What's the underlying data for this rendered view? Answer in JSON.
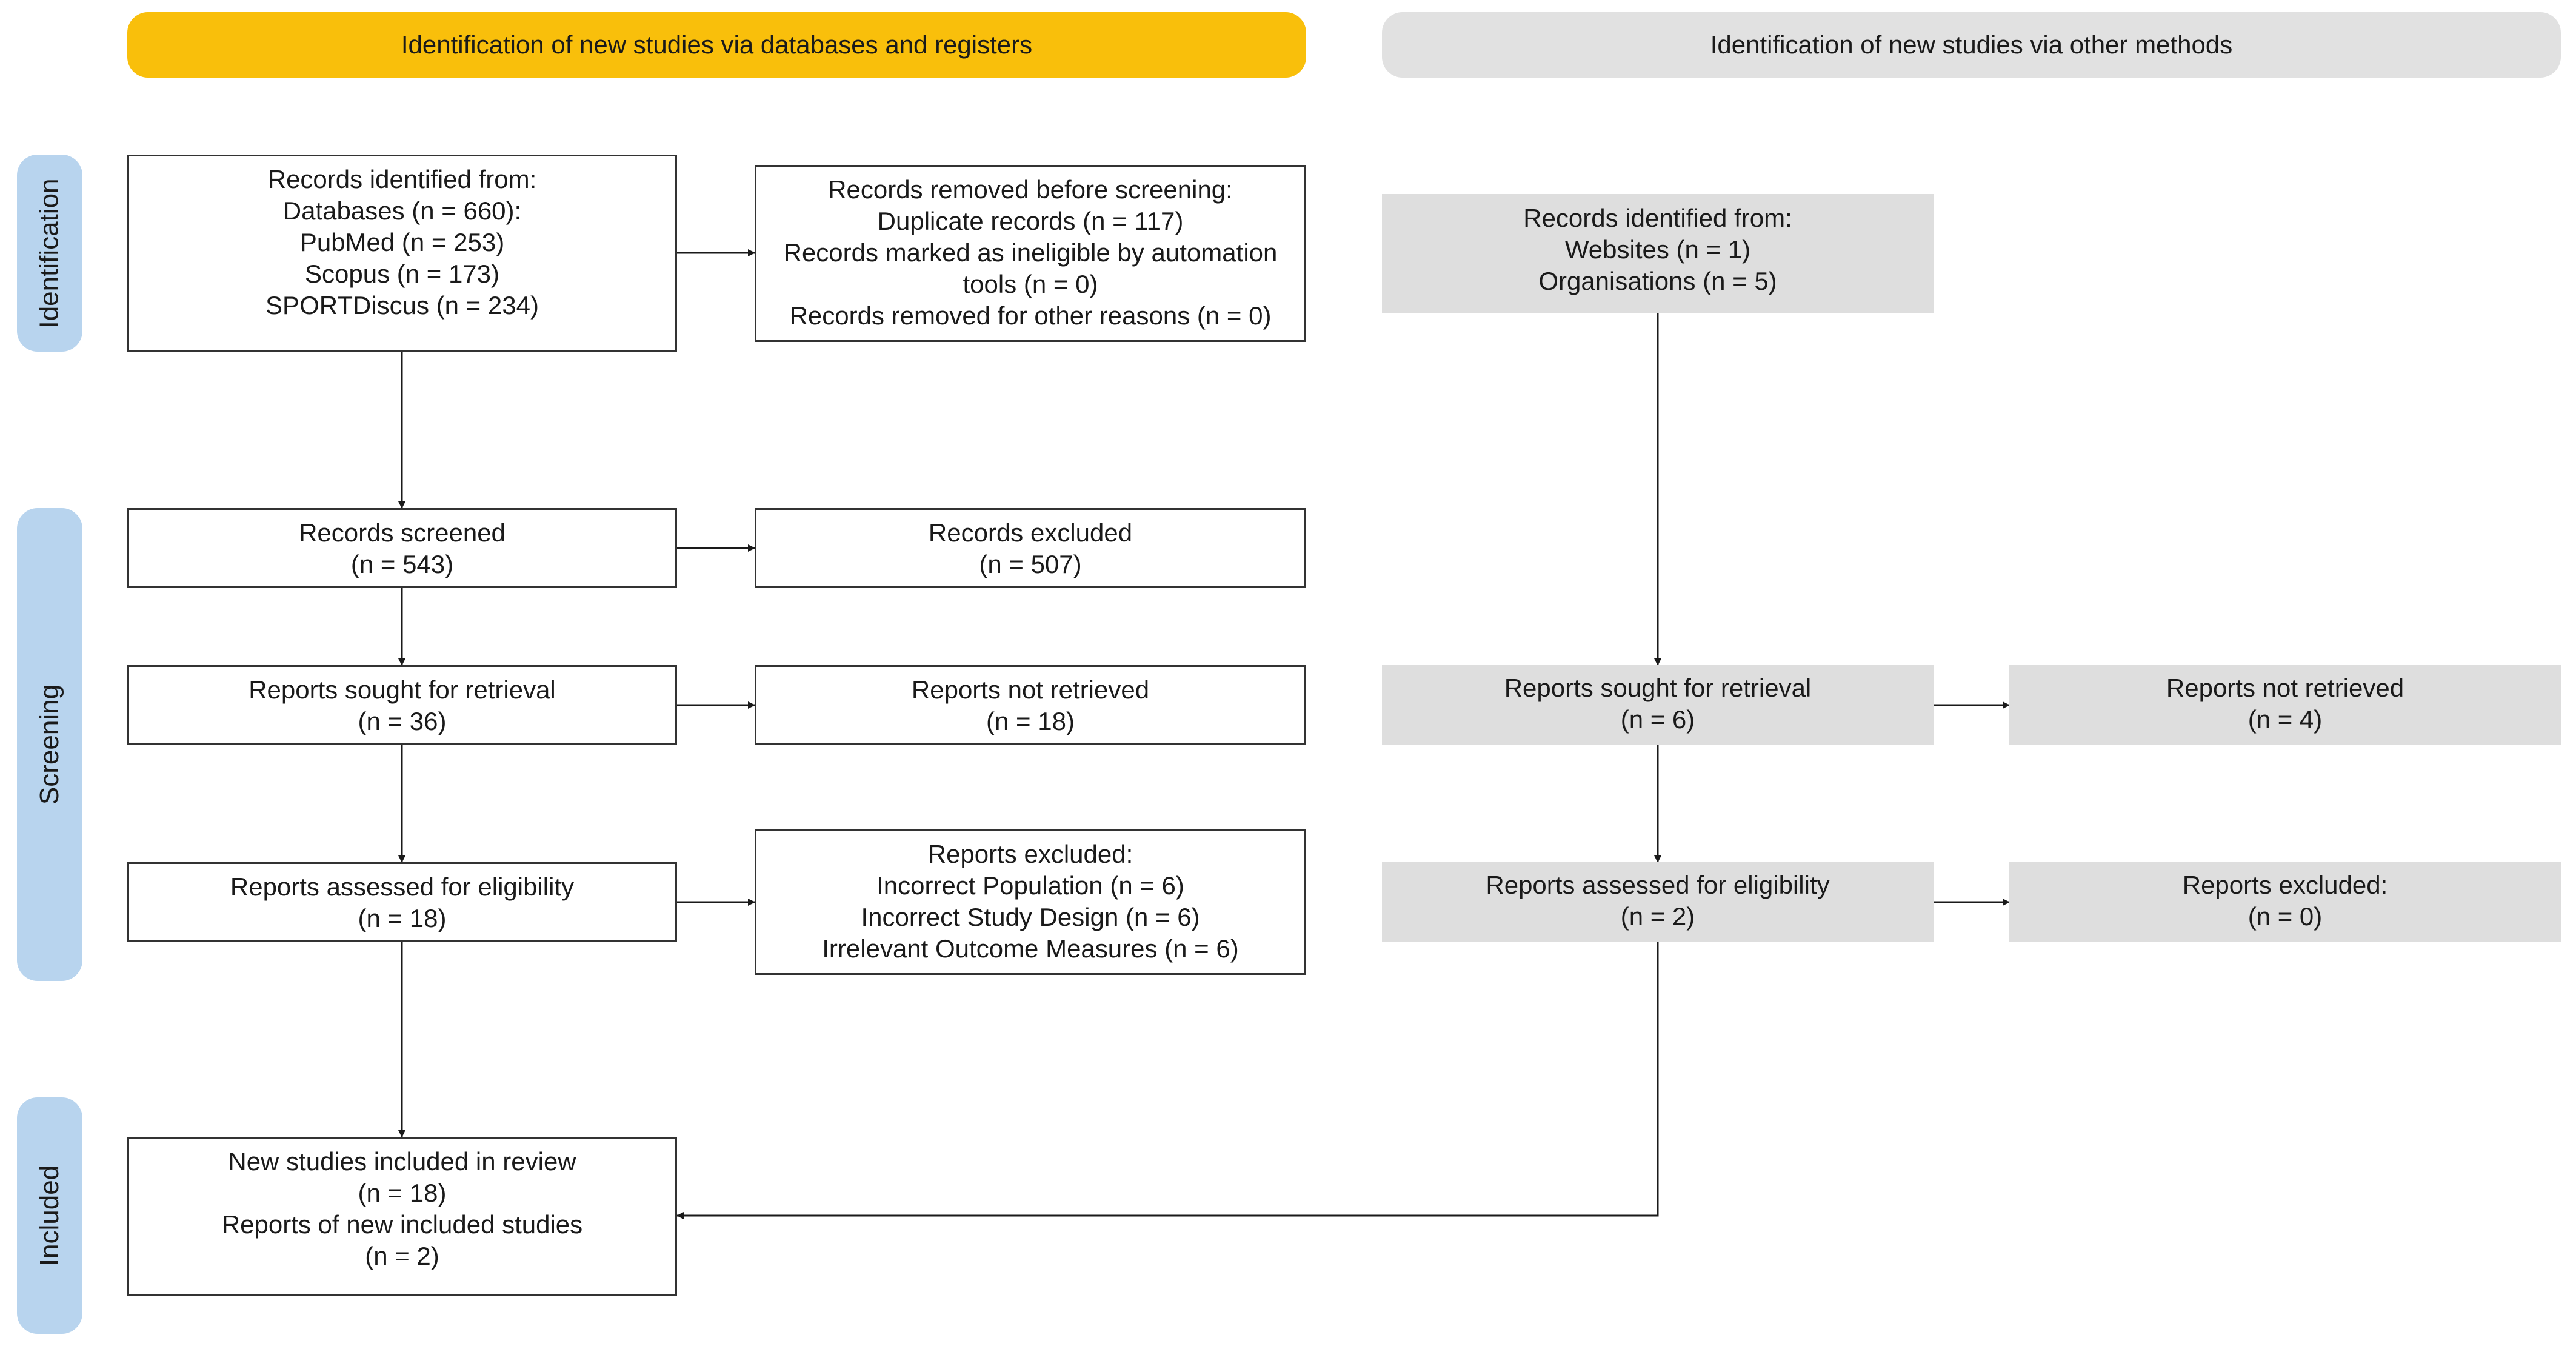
{
  "headers": {
    "databases": "Identification of new studies via databases and registers",
    "other_methods": "Identification of new studies via other methods"
  },
  "stages": {
    "identification": "Identification",
    "screening": "Screening",
    "included": "Included"
  },
  "boxes": {
    "records_identified": {
      "lines": [
        "Records identified from:",
        "Databases (n = 660):",
        "PubMed (n = 253)",
        "Scopus (n = 173)",
        "SPORTDiscus (n = 234)"
      ]
    },
    "records_removed": {
      "lines": [
        "Records removed before screening:",
        "Duplicate records (n = 117)",
        "Records marked as ineligible by automation",
        "tools (n = 0)",
        "Records removed for other reasons (n = 0)"
      ]
    },
    "records_screened": {
      "lines": [
        "Records screened",
        "(n = 543)"
      ]
    },
    "records_excluded": {
      "lines": [
        "Records excluded",
        "(n = 507)"
      ]
    },
    "reports_sought": {
      "lines": [
        "Reports sought for retrieval",
        "(n = 36)"
      ]
    },
    "reports_not_retrieved": {
      "lines": [
        "Reports not retrieved",
        "(n = 18)"
      ]
    },
    "reports_assessed": {
      "lines": [
        "Reports assessed for eligibility",
        "(n = 18)"
      ]
    },
    "reports_excluded": {
      "lines": [
        "Reports excluded:",
        "Incorrect Population (n = 6)",
        "Incorrect Study Design (n = 6)",
        "Irrelevant Outcome Measures (n = 6)"
      ]
    },
    "studies_included": {
      "lines": [
        "New studies included in review",
        "(n = 18)",
        "Reports of new included studies",
        "(n = 2)"
      ]
    },
    "other_records_identified": {
      "lines": [
        "Records identified from:",
        "Websites (n = 1)",
        "Organisations (n = 5)"
      ]
    },
    "other_reports_sought": {
      "lines": [
        "Reports sought for retrieval",
        "(n = 6)"
      ]
    },
    "other_reports_not_retrieved": {
      "lines": [
        "Reports not retrieved",
        "(n = 4)"
      ]
    },
    "other_reports_assessed": {
      "lines": [
        "Reports assessed for eligibility",
        "(n = 2)"
      ]
    },
    "other_reports_excluded": {
      "lines": [
        "Reports excluded:",
        "(n = 0)"
      ]
    }
  },
  "colors": {
    "databases_header": "#f9bf0b",
    "other_header": "#e1e1e1",
    "stage_label": "#b8d4ee",
    "grey_box": "#dedede",
    "line": "#1a1a1a"
  }
}
